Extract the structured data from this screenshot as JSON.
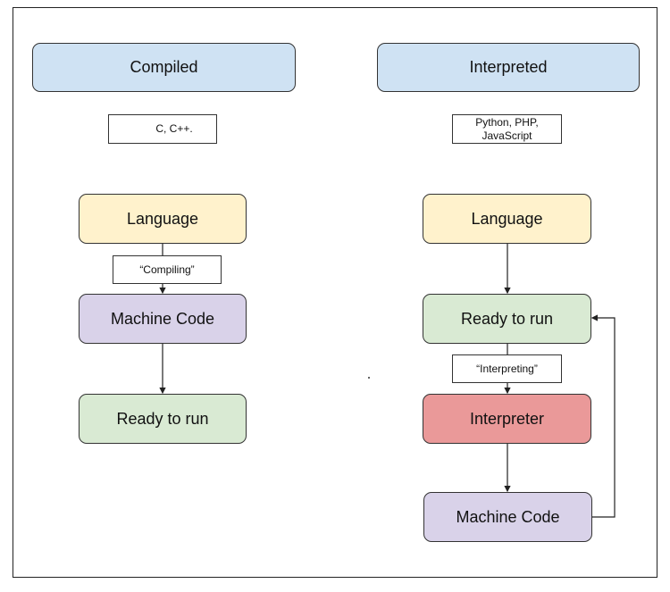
{
  "compiled": {
    "title": "Compiled",
    "examples": "C, C++.",
    "steps": {
      "language": "Language",
      "compiling_label": "“Compiling”",
      "machine_code": "Machine Code",
      "ready": "Ready to run"
    }
  },
  "interpreted": {
    "title": "Interpreted",
    "examples_line1": "Python, PHP,",
    "examples_line2": "JavaScript",
    "steps": {
      "language": "Language",
      "ready": "Ready to run",
      "interpreting_label": "“Interpreting”",
      "interpreter": "Interpreter",
      "machine_code": "Machine Code"
    }
  },
  "colors": {
    "header": "#cfe2f3",
    "language": "#fff2cc",
    "machine_code": "#d9d2e9",
    "ready": "#d9ead3",
    "interpreter": "#ea9999"
  }
}
